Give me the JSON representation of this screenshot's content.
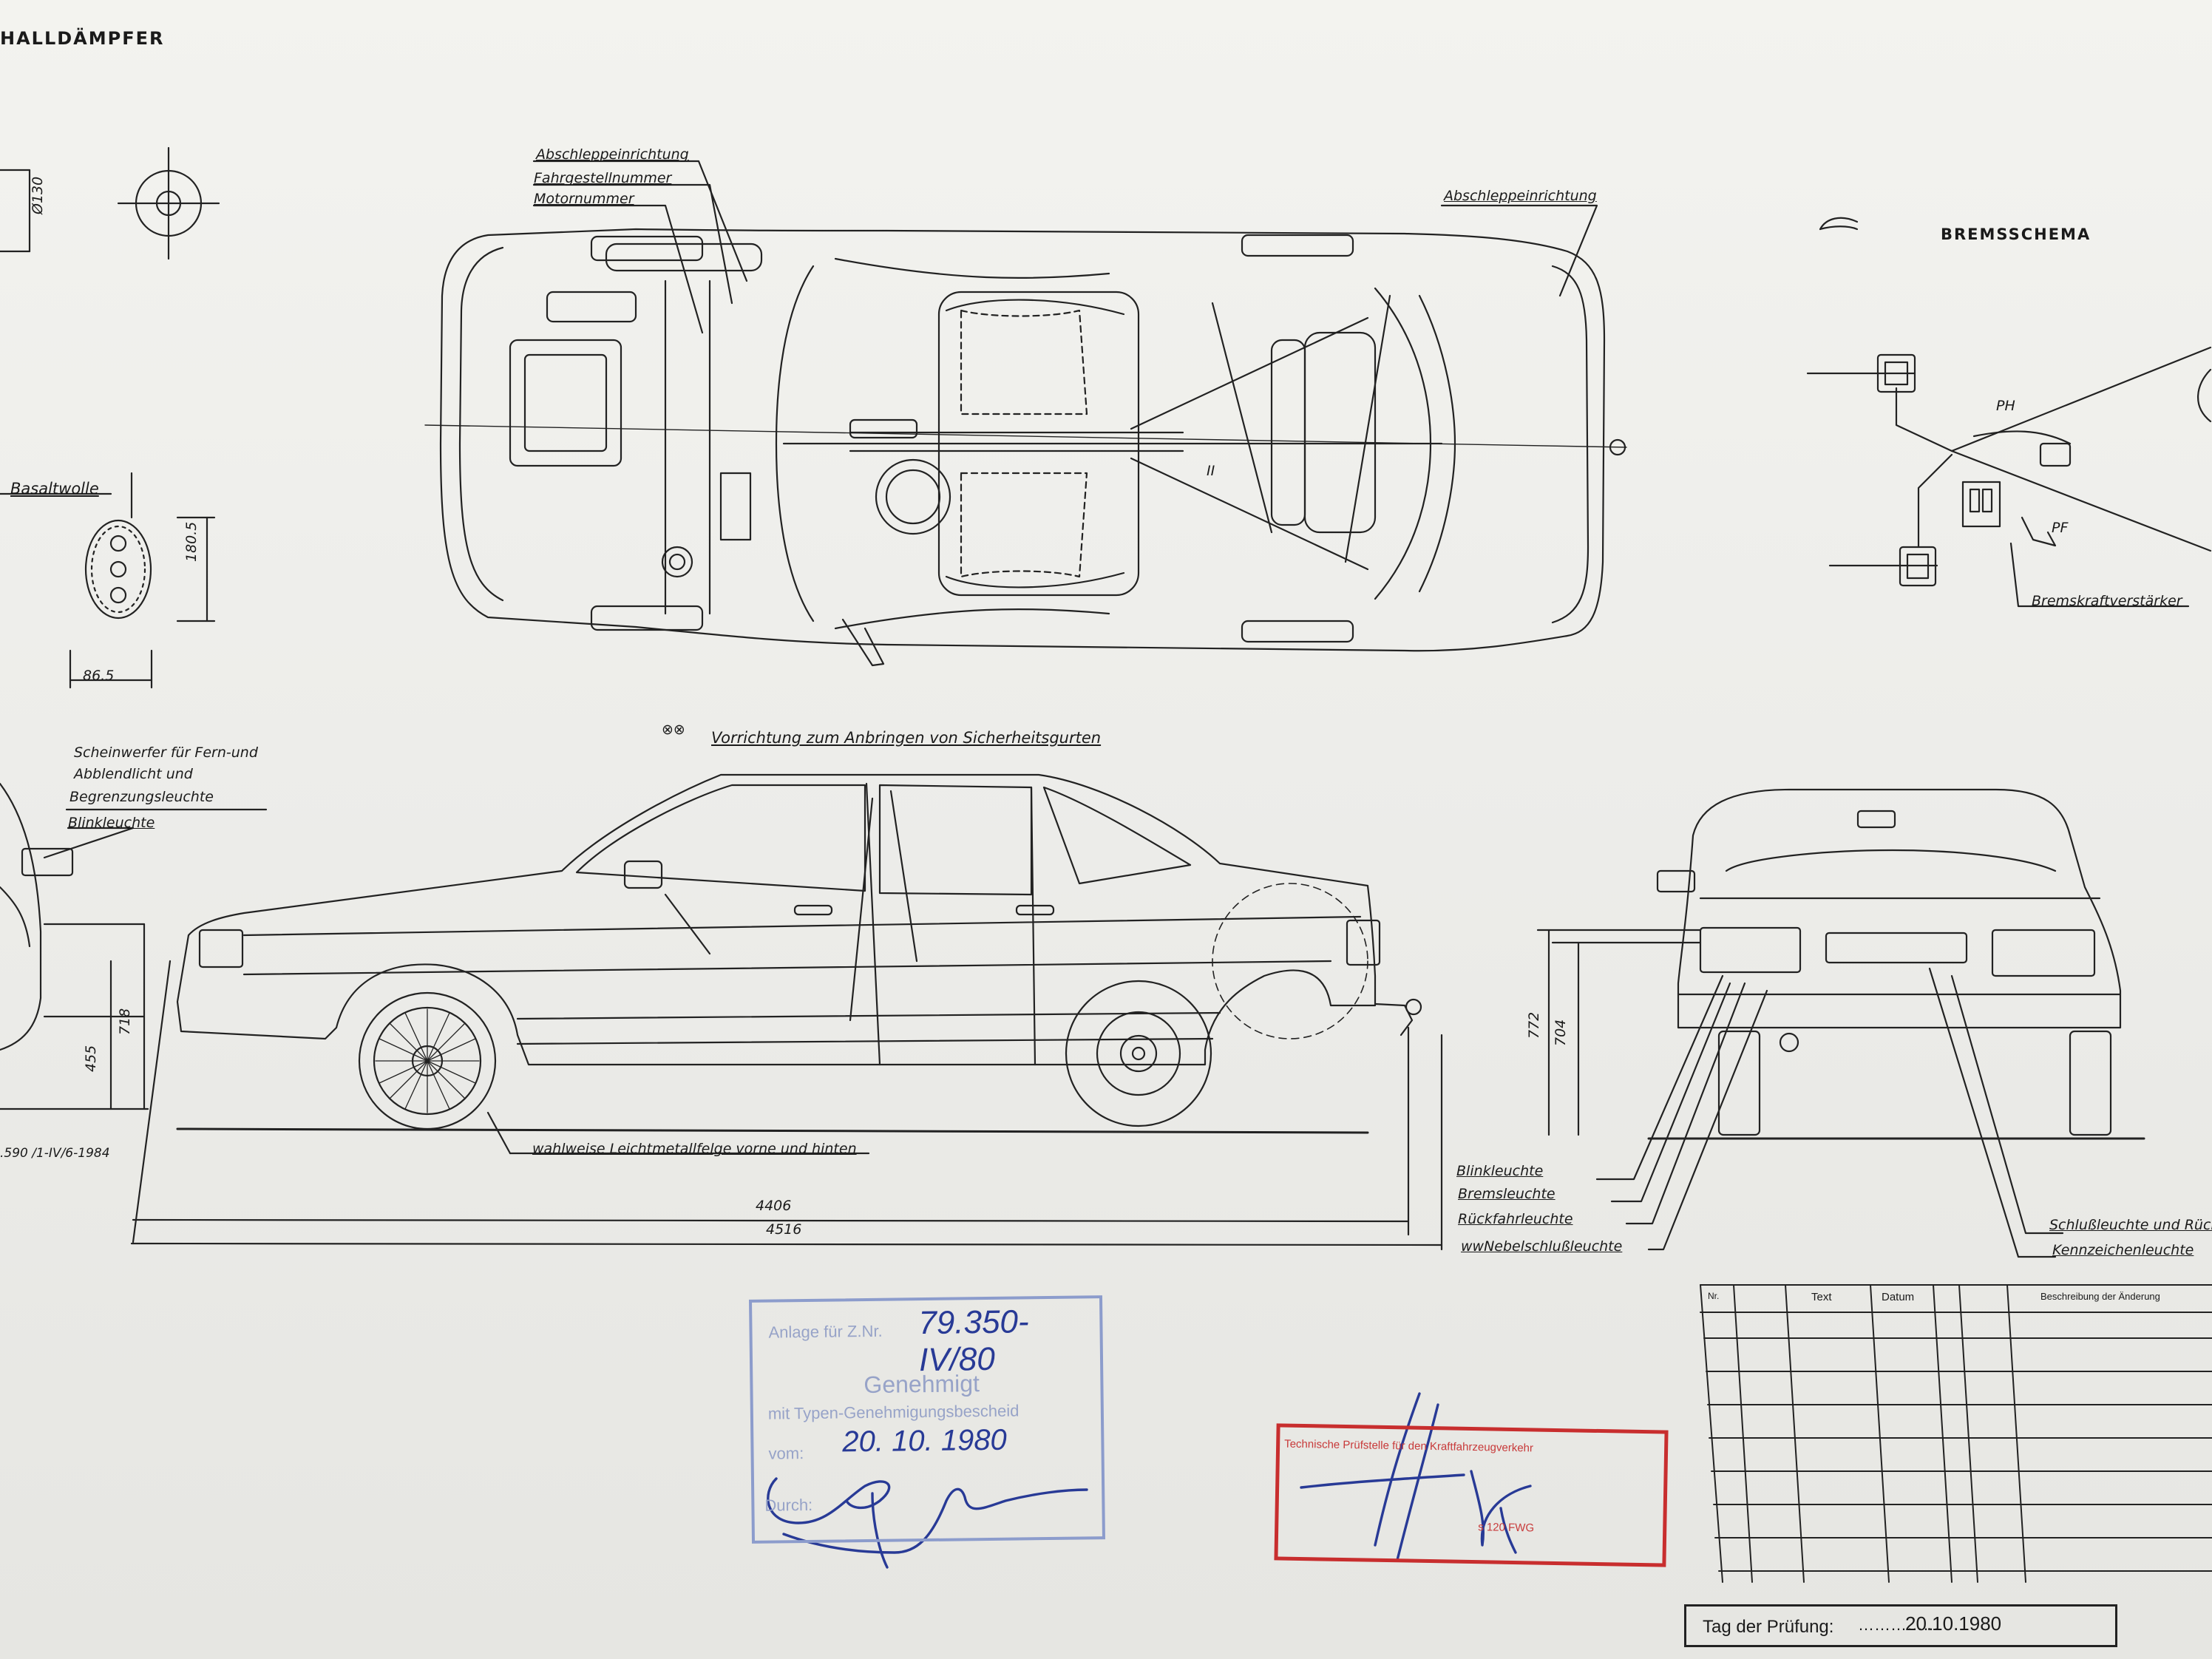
{
  "title_fragment": "HALLDÄMPFER",
  "muffler": {
    "section_label": "Basaltwolle",
    "dim_height": "180.5",
    "dim_width": "86.5",
    "dim_top": "Ø130"
  },
  "top_view": {
    "labels": [
      "Abschleppeinrichtung",
      "Fahrgestellnummer",
      "Motornummer"
    ],
    "rear_label": "Abschleppeinrichtung",
    "roman_marker": "II"
  },
  "brake_schema": {
    "title": "BREMSSCHEMA",
    "booster_label": "Bremskraftverstärker",
    "ph_label": "PH",
    "pf_label": "PF"
  },
  "front_view": {
    "labels": [
      "Scheinwerfer für Fern-und",
      "Abblendlicht und",
      "Begrenzungsleuchte",
      "Blinkleuchte"
    ],
    "dim_455": "455",
    "dim_718": "718",
    "ref_number": ".590 /1-IV/6-1984"
  },
  "side_view": {
    "seatbelt_caption": "Vorrichtung zum Anbringen von Sicherheitsgurten",
    "rim_caption": "wahlweise Leichtmetallfelge vorne und hinten",
    "dim_wheelbase": "4406",
    "dim_length": "4516"
  },
  "rear_view": {
    "dim_772": "772",
    "dim_704": "704",
    "labels_left": [
      "Blinkleuchte",
      "Bremsleuchte",
      "Rückfahrleuchte",
      "wwNebelschlußleuchte"
    ],
    "labels_right": [
      "Schlußleuchte und Rück",
      "Kennzeichenleuchte"
    ]
  },
  "stamp_approval": {
    "line1": "Anlage für Z.Nr.",
    "number": "79.350-IV/80",
    "line2": "Genehmigt",
    "line3": "mit Typen-Genehmigungsbescheid",
    "line4": "vom:",
    "date": "20. 10. 1980",
    "line5": "Durch:"
  },
  "stamp_red": {
    "line1": "Technische Prüfstelle für den Kraftfahrzeugverkehr",
    "line4": "s 120 FWG"
  },
  "amendment_table": {
    "headers": [
      "Nr.",
      "",
      "Text",
      "Datum",
      "",
      "",
      "Beschreibung der Änderung"
    ]
  },
  "inspection": {
    "label": "Tag der Prüfung:",
    "date": "20.10.1980"
  },
  "colors": {
    "ink_blue": "#283a96",
    "stamp_blue": "#8c9ccc",
    "stamp_red": "#c82e2e"
  }
}
